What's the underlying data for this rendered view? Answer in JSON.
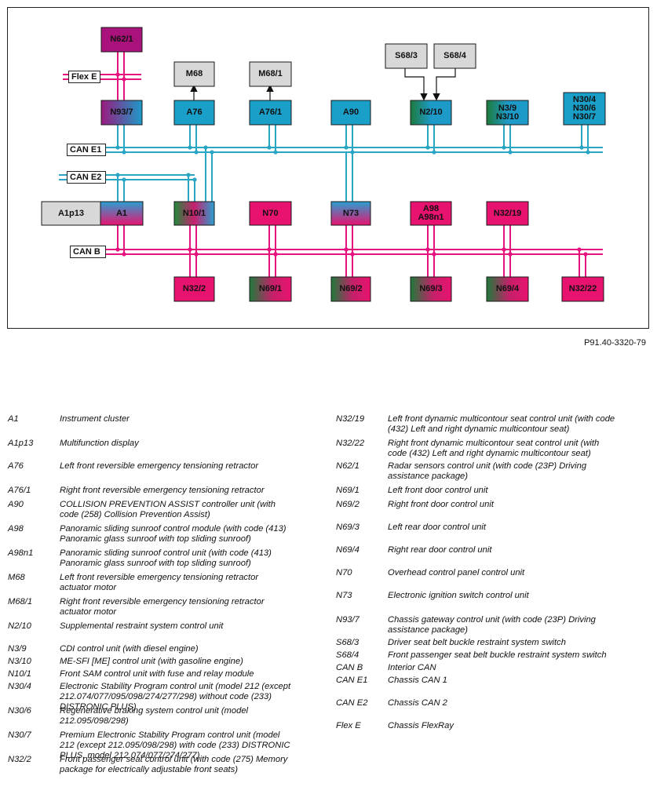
{
  "figure_ref": "P91.40-3320-79",
  "colors": {
    "can_e": "#29a6c4",
    "can_b": "#e6137e",
    "flex_e": "#e6137e",
    "blue": "#1a9fc9",
    "magenta": "#e8136f",
    "gray": "#d6d6d6",
    "green": "#1e7a3e",
    "purple": "#a8127a"
  },
  "buses": {
    "flex_e": "Flex E",
    "can_e1": "CAN E1",
    "can_e2": "CAN E2",
    "can_b": "CAN B"
  },
  "boxes": [
    {
      "id": "N62/1",
      "label": "N62/1",
      "fill": "purple"
    },
    {
      "id": "N93/7",
      "label": "N93/7",
      "fill": "purple-blue"
    },
    {
      "id": "M68",
      "label": "M68",
      "fill": "gray"
    },
    {
      "id": "M68/1",
      "label": "M68/1",
      "fill": "gray"
    },
    {
      "id": "A76",
      "label": "A76",
      "fill": "blue"
    },
    {
      "id": "A76/1",
      "label": "A76/1",
      "fill": "blue"
    },
    {
      "id": "A90",
      "label": "A90",
      "fill": "blue"
    },
    {
      "id": "S68/3",
      "label": "S68/3",
      "fill": "gray"
    },
    {
      "id": "S68/4",
      "label": "S68/4",
      "fill": "gray"
    },
    {
      "id": "N2/10",
      "label": "N2/10",
      "fill": "green-blue"
    },
    {
      "id": "N3/9",
      "label": "N3/9\nN3/10",
      "fill": "green-blue"
    },
    {
      "id": "N30/4",
      "label": "N30/4\nN30/6\nN30/7",
      "fill": "blue"
    },
    {
      "id": "A1p13",
      "label": "A1p13",
      "fill": "gray"
    },
    {
      "id": "A1",
      "label": "A1",
      "fill": "blue-magenta"
    },
    {
      "id": "N10/1",
      "label": "N10/1",
      "fill": "green-magenta-blue"
    },
    {
      "id": "N70",
      "label": "N70",
      "fill": "magenta"
    },
    {
      "id": "N73",
      "label": "N73",
      "fill": "blue-magenta"
    },
    {
      "id": "A98",
      "label": "A98\nA98n1",
      "fill": "magenta"
    },
    {
      "id": "N32/19",
      "label": "N32/19",
      "fill": "magenta"
    },
    {
      "id": "N32/2",
      "label": "N32/2",
      "fill": "magenta"
    },
    {
      "id": "N69/1",
      "label": "N69/1",
      "fill": "green-magenta"
    },
    {
      "id": "N69/2",
      "label": "N69/2",
      "fill": "green-magenta"
    },
    {
      "id": "N69/3",
      "label": "N69/3",
      "fill": "green-magenta"
    },
    {
      "id": "N69/4",
      "label": "N69/4",
      "fill": "green-magenta"
    },
    {
      "id": "N32/22",
      "label": "N32/22",
      "fill": "magenta"
    }
  ],
  "legend_left": [
    {
      "code": "A1",
      "desc": "Instrument cluster"
    },
    {
      "code": "A1p13",
      "desc": "Multifunction display"
    },
    {
      "code": "A76",
      "desc": "Left front reversible emergency tensioning retractor"
    },
    {
      "code": "A76/1",
      "desc": "Right front reversible emergency tensioning retractor"
    },
    {
      "code": "A90",
      "desc": "COLLISION PREVENTION ASSIST controller unit (with\ncode (258) Collision Prevention Assist)"
    },
    {
      "code": "A98",
      "desc": "Panoramic sliding sunroof control module (with code (413)\nPanoramic glass sunroof with top sliding sunroof)"
    },
    {
      "code": "A98n1",
      "desc": "Panoramic sliding sunroof control unit (with code (413)\nPanoramic glass sunroof with top sliding sunroof)"
    },
    {
      "code": "M68",
      "desc": "Left front reversible emergency tensioning retractor\nactuator motor"
    },
    {
      "code": "M68/1",
      "desc": "Right front reversible emergency tensioning retractor\nactuator motor"
    },
    {
      "code": "N2/10",
      "desc": "Supplemental restraint system control unit"
    },
    {
      "code": "N3/9",
      "desc": "CDI control unit (with diesel engine)"
    },
    {
      "code": "N3/10",
      "desc": "ME-SFI [ME] control unit (with gasoline engine)"
    },
    {
      "code": "N10/1",
      "desc": "Front SAM control unit with fuse and relay module"
    },
    {
      "code": "N30/4",
      "desc": "Electronic Stability Program control unit (model 212 (except\n212.074/077/095/098/274/277/298) without code (233)\nDISTRONIC PLUS)"
    },
    {
      "code": "N30/6",
      "desc": "Regenerative braking system control unit (model\n212.095/098/298)"
    },
    {
      "code": "N30/7",
      "desc": "Premium Electronic Stability Program control unit (model\n212 (except 212.095/098/298) with code (233) DISTRONIC\nPLUS, model 212.074/077/274/277)"
    },
    {
      "code": "N32/2",
      "desc": "Front passenger seat control unit (with code (275) Memory\npackage for electrically adjustable front seats)"
    }
  ],
  "legend_right": [
    {
      "code": "N32/19",
      "desc": "Left front dynamic multicontour seat control unit (with code\n(432) Left and right dynamic multicontour seat)"
    },
    {
      "code": "N32/22",
      "desc": "Right front dynamic multicontour seat control unit (with\ncode (432) Left and right dynamic multicontour seat)"
    },
    {
      "code": "N62/1",
      "desc": "Radar sensors control unit (with code (23P) Driving\nassistance package)"
    },
    {
      "code": "N69/1",
      "desc": "Left front door control unit"
    },
    {
      "code": "N69/2",
      "desc": "Right front door control unit"
    },
    {
      "code": "N69/3",
      "desc": "Left rear door control unit"
    },
    {
      "code": "N69/4",
      "desc": "Right rear door control unit"
    },
    {
      "code": "N70",
      "desc": "Overhead control panel control unit"
    },
    {
      "code": "N73",
      "desc": "Electronic ignition switch control unit"
    },
    {
      "code": "N93/7",
      "desc": "Chassis gateway control unit (with code (23P) Driving\nassistance package)"
    },
    {
      "code": "S68/3",
      "desc": "Driver seat belt buckle restraint system switch"
    },
    {
      "code": "S68/4",
      "desc": "Front passenger seat belt buckle restraint system switch"
    },
    {
      "code": "CAN B",
      "desc": "Interior CAN"
    },
    {
      "code": "CAN E1",
      "desc": "Chassis CAN 1"
    },
    {
      "code": "CAN E2",
      "desc": "Chassis CAN 2"
    },
    {
      "code": "Flex E",
      "desc": "Chassis FlexRay"
    }
  ]
}
